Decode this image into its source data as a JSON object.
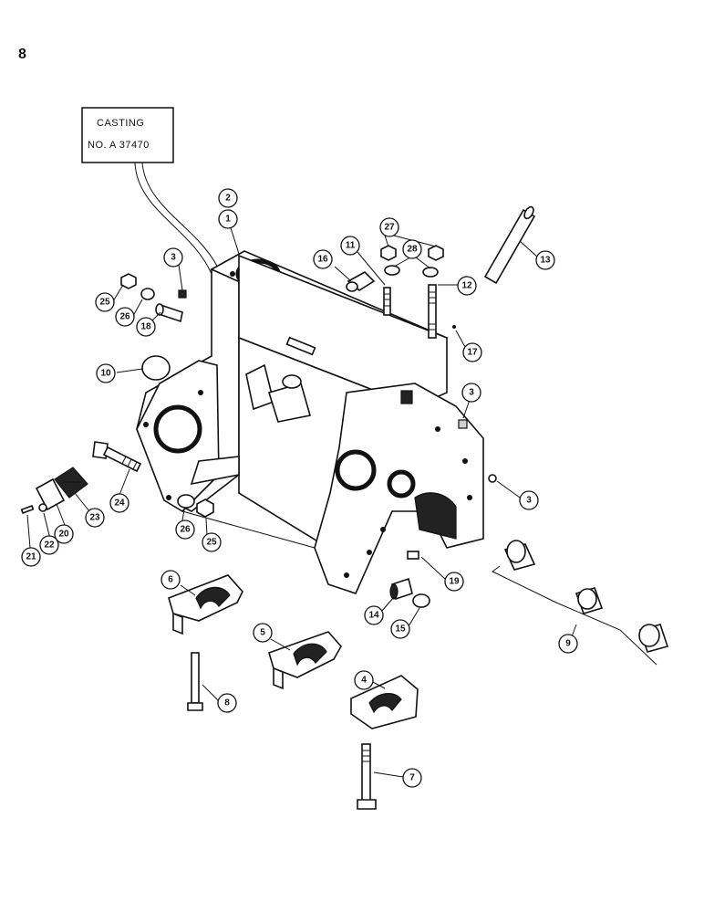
{
  "page_number": "8",
  "casting_label": {
    "line1": "CASTING",
    "line2": "NO. A 37470"
  },
  "callouts": [
    {
      "id": "c2",
      "number": "2"
    },
    {
      "id": "c1",
      "number": "1"
    },
    {
      "id": "c3a",
      "number": "3"
    },
    {
      "id": "c3b",
      "number": "3"
    },
    {
      "id": "c3c",
      "number": "3"
    },
    {
      "id": "c4",
      "number": "4"
    },
    {
      "id": "c5",
      "number": "5"
    },
    {
      "id": "c6",
      "number": "6"
    },
    {
      "id": "c7",
      "number": "7"
    },
    {
      "id": "c8",
      "number": "8"
    },
    {
      "id": "c9",
      "number": "9"
    },
    {
      "id": "c10",
      "number": "10"
    },
    {
      "id": "c11",
      "number": "11"
    },
    {
      "id": "c12",
      "number": "12"
    },
    {
      "id": "c13",
      "number": "13"
    },
    {
      "id": "c14",
      "number": "14"
    },
    {
      "id": "c15",
      "number": "15"
    },
    {
      "id": "c16",
      "number": "16"
    },
    {
      "id": "c17",
      "number": "17"
    },
    {
      "id": "c18",
      "number": "18"
    },
    {
      "id": "c19",
      "number": "19"
    },
    {
      "id": "c20",
      "number": "20"
    },
    {
      "id": "c21",
      "number": "21"
    },
    {
      "id": "c22",
      "number": "22"
    },
    {
      "id": "c23",
      "number": "23"
    },
    {
      "id": "c24",
      "number": "24"
    },
    {
      "id": "c25a",
      "number": "25"
    },
    {
      "id": "c25b",
      "number": "25"
    },
    {
      "id": "c26a",
      "number": "26"
    },
    {
      "id": "c26b",
      "number": "26"
    },
    {
      "id": "c27",
      "number": "27"
    },
    {
      "id": "c28",
      "number": "28"
    }
  ]
}
